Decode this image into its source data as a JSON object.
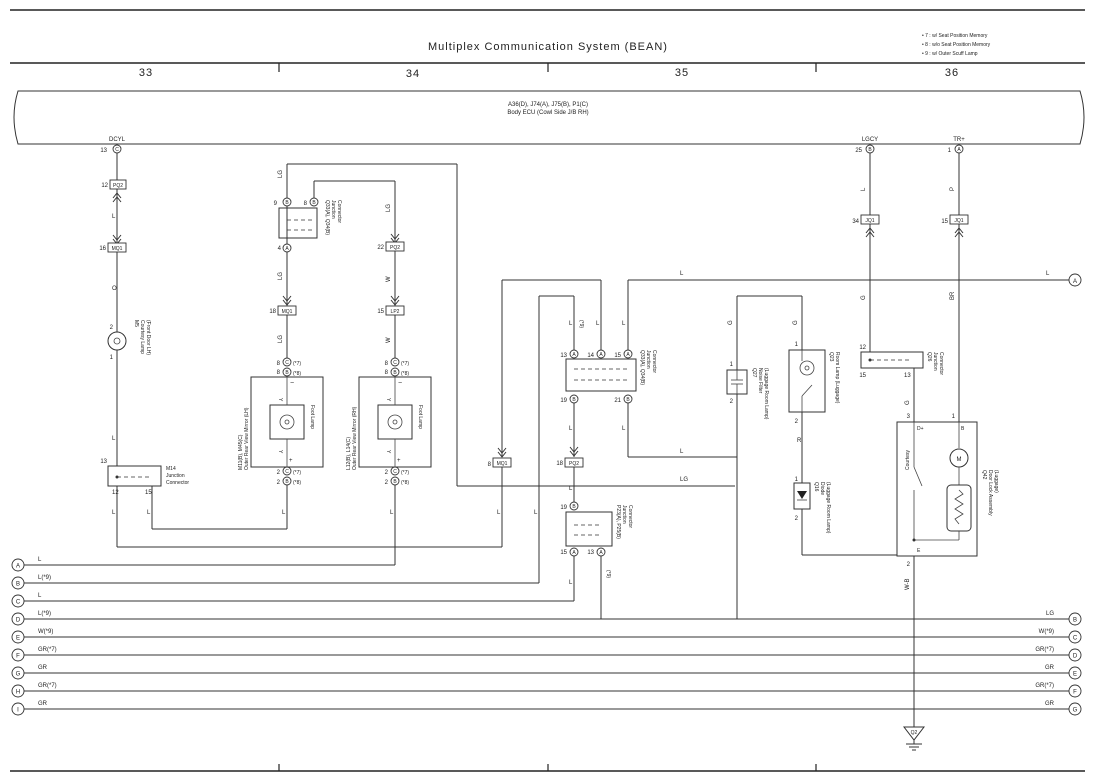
{
  "header": {
    "title": "Multiplex Communication System (BEAN)",
    "notes": [
      "• 7 : w/ Seat Position Memory",
      "• 8 : w/o Seat Position Memory",
      "• 9 : w/ Outer Scuff Lamp"
    ],
    "sections": [
      "33",
      "34",
      "35",
      "36"
    ]
  },
  "ecu": {
    "connectors": "A36(D), J74(A), J75(B), P1(C)",
    "name": "Body ECU (Cowl Side J/B RH)",
    "pins": [
      {
        "signal": "DCYL",
        "num": "13",
        "conn": "C"
      },
      {
        "signal": "LGCY",
        "num": "25",
        "conn": "B"
      },
      {
        "signal": "TR+",
        "num": "1",
        "conn": "A"
      }
    ]
  },
  "col33": {
    "pq2": "PQ2",
    "pq2_pin": "12",
    "mq1": "MQ1",
    "mq1_pin": "16",
    "wire1": "L",
    "wire2": "O",
    "lamp_ref": "M5",
    "lamp_name1": "Courtesy Lamp",
    "lamp_name2": "(Front Door LH)",
    "jc_ref": "M14",
    "jc_name1": "Junction",
    "jc_name2": "Connector"
  },
  "col34": {
    "jc_ref": "Q33(A), Q34(B)",
    "mirror_lh_ref": "M11(B), M45(C)",
    "mirror_lh_name": "Outer Rear View Mirror (LH)",
    "mirror_rh_ref": "L12(B), L14(C)",
    "mirror_rh_name": "Outer Rear View Mirror (RH)"
  },
  "col35": {
    "wire_lg": "LG",
    "jc_q34_ref": "Q33(A), Q34(B)",
    "jc_p23_ref": "P23(A), P25(B)",
    "nf_ref": "Q27",
    "nf_name1": "Noise Filter",
    "nf_name2": "(Luggage Room Lamp)",
    "rl_ref": "Q23",
    "rl_name": "Room Lamp (Luggage)",
    "diode_ref": "Q16",
    "diode_name": "(Luggage Room Lamp)"
  },
  "col36": {
    "jc_ref": "Q26",
    "dl_ref": "Q42",
    "dl_name1": "Door Lock Assembly",
    "dl_name2": "(Luggage)",
    "ground": "Q2"
  },
  "bus": [
    {
      "id": "A",
      "left_label": "L",
      "right_label": "",
      "right_id": ""
    },
    {
      "id": "B",
      "left_label": "L(*9)",
      "right_label": "",
      "right_id": ""
    },
    {
      "id": "C",
      "left_label": "L",
      "right_label": "",
      "right_id": ""
    },
    {
      "id": "D",
      "left_label": "L(*9)",
      "right_label": "LG",
      "right_id": "B"
    },
    {
      "id": "E",
      "left_label": "W(*9)",
      "right_label": "W(*9)",
      "right_id": "C"
    },
    {
      "id": "F",
      "left_label": "GR(*7)",
      "right_label": "GR(*7)",
      "right_id": "D"
    },
    {
      "id": "G",
      "left_label": "GR",
      "right_label": "GR",
      "right_id": "E"
    },
    {
      "id": "H",
      "left_label": "GR(*7)",
      "right_label": "GR(*7)",
      "right_id": "F"
    },
    {
      "id": "I",
      "left_label": "GR",
      "right_label": "GR",
      "right_id": "G"
    }
  ]
}
